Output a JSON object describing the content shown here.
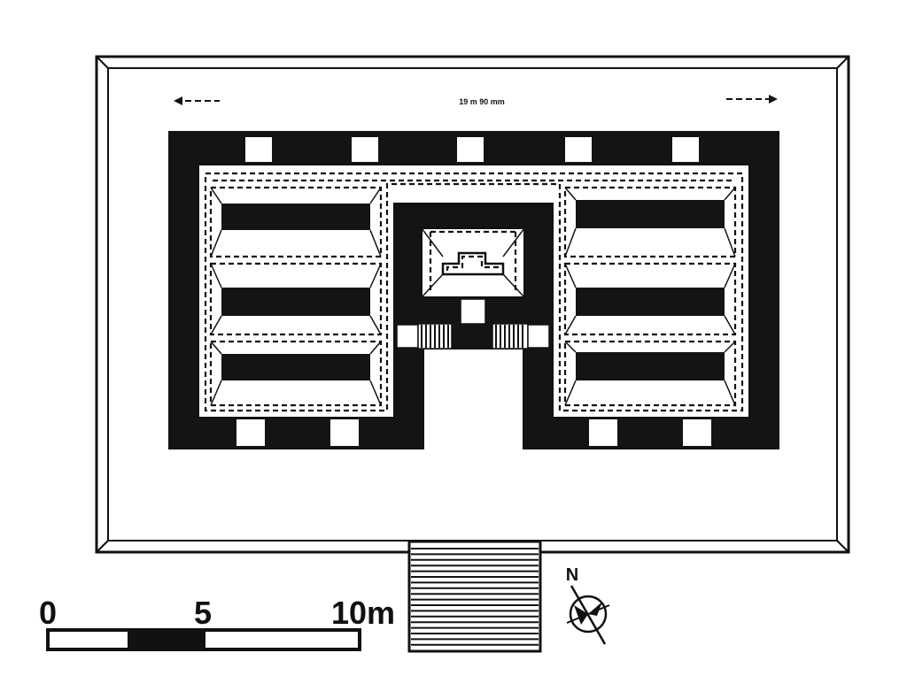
{
  "diagram": {
    "dimension_text": "19 m 90 mm",
    "scale": {
      "tick_labels": [
        "0",
        "5",
        "10m"
      ]
    },
    "north_label": "N",
    "colors": {
      "ink": "#111111",
      "paper": "#ffffff"
    }
  }
}
